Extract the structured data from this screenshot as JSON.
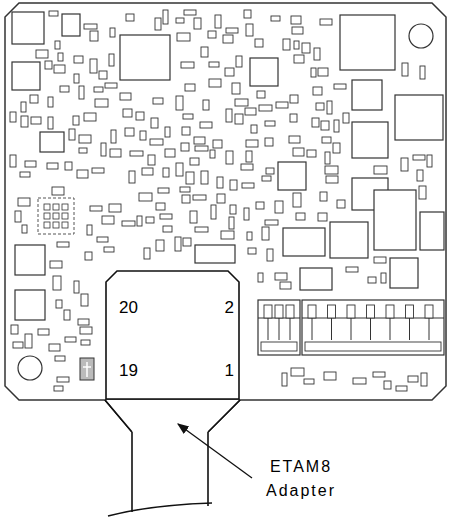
{
  "diagram": {
    "nodes": [
      {
        "text": [
          "20",
          "2",
          "19",
          "1"
        ]
      }
    ],
    "labels": [
      "ETAM8 Adapter"
    ]
  }
}
